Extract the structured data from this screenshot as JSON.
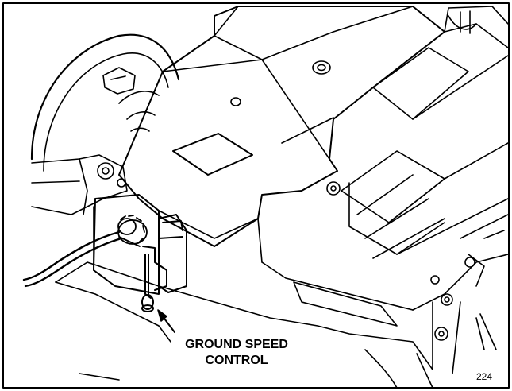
{
  "callout": {
    "line1": "GROUND SPEED",
    "line2": "CONTROL"
  },
  "figure_number": "224",
  "colors": {
    "ink": "#000000",
    "paper": "#ffffff"
  }
}
